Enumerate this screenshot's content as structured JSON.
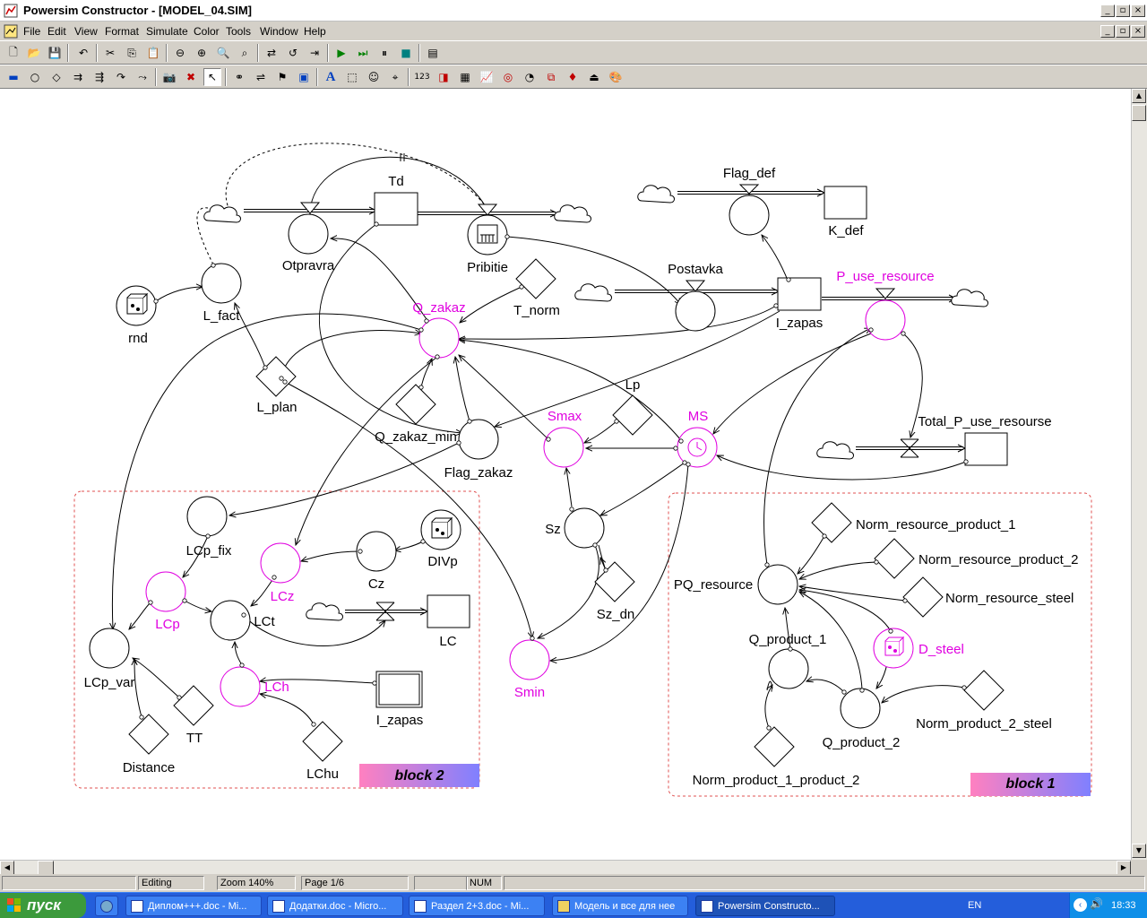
{
  "window": {
    "title": "Powersim Constructor - [MODEL_04.SIM]"
  },
  "menu": [
    "File",
    "Edit",
    "View",
    "Format",
    "Simulate",
    "Color",
    "Tools",
    "Window",
    "Help"
  ],
  "toolbar1_icons": [
    "new-icon",
    "open-icon",
    "save-icon",
    "undo-icon",
    "cut-icon",
    "copy-icon",
    "paste-icon",
    "zoom-out-icon",
    "zoom-in-icon",
    "zoom-fit-icon",
    "zoom-area-icon",
    "link-icon",
    "reset-icon",
    "step-icon",
    "run-icon",
    "step-forward-icon",
    "pause-icon",
    "stop-icon",
    "properties-icon"
  ],
  "toolbar2_icons": [
    "level-tool-icon",
    "auxiliary-tool-icon",
    "constant-tool-icon",
    "flow-tool-icon",
    "flow-with-rate-tool-icon",
    "link-tool-icon",
    "info-link-tool-icon",
    "camera-icon",
    "delete-icon",
    "pointer-icon",
    "snapshot-icon",
    "reference-icon",
    "flag-icon",
    "palette-icon",
    "text-tool-icon",
    "frame-tool-icon",
    "portrait-tool-icon",
    "dependency-tool-icon",
    "number-display-icon",
    "slider-icon",
    "table-icon",
    "time-graph-icon",
    "xy-graph-icon",
    "gauge-icon",
    "switch-icon",
    "diamond-icon",
    "button-icon",
    "color-icon"
  ],
  "diagram": {
    "nodes": {
      "Td": "Td",
      "Otpravra": "Otpravra",
      "Pribitie": "Pribitie",
      "Flag_def": "Flag_def",
      "K_def": "K_def",
      "Postavka": "Postavka",
      "I_zapas": "I_zapas",
      "P_use_resource": "P_use_resource",
      "rnd": "rnd",
      "L_fact": "L_fact",
      "Q_zakaz": "Q_zakaz",
      "T_norm": "T_norm",
      "L_plan": "L_plan",
      "Q_zakaz_min": "Q_zakaz_min",
      "Flag_zakaz": "Flag_zakaz",
      "Smax": "Smax",
      "Lp": "Lp",
      "MS": "MS",
      "Total_P_use_resourse": "Total_P_use_resourse",
      "LCp_fix": "LCp_fix",
      "LCz": "LCz",
      "Cz": "Cz",
      "DIVp": "DIVp",
      "LCp": "LCp",
      "LCt": "LCt",
      "LC": "LC",
      "LCp_var": "LCp_var",
      "LCh": "LCh",
      "I_zapas2": "I_zapas",
      "TT": "TT",
      "Distance": "Distance",
      "LChu": "LChu",
      "Sz": "Sz",
      "Sz_dn": "Sz_dn",
      "Smin": "Smin",
      "Norm_resource_product_1": "Norm_resource_product_1",
      "Norm_resource_product_2": "Norm_resource_product_2",
      "Norm_resource_steel": "Norm_resource_steel",
      "PQ_resource": "PQ_resource",
      "Q_product_1": "Q_product_1",
      "D_steel": "D_steel",
      "Norm_product_2_steel": "Norm_product_2_steel",
      "Q_product_2": "Q_product_2",
      "Norm_product_1_product_2": "Norm_product_1_product_2"
    },
    "blocks": {
      "block2": "block 2",
      "block1": "block 1"
    },
    "colors": {
      "highlight": "#e000e0",
      "block_border": "#e05050"
    }
  },
  "status": {
    "mode": "Editing",
    "zoom": "Zoom 140%",
    "page": "Page 1/6",
    "num": "NUM"
  },
  "taskbar": {
    "start": "пуск",
    "tasks": [
      "Диплом+++.doc - Mi...",
      "Додатки.doc - Micro...",
      "Раздел 2+3.doc - Mi...",
      "Модель и все для нее",
      "Powersim Constructo..."
    ],
    "lang": "EN",
    "clock": "18:33"
  }
}
